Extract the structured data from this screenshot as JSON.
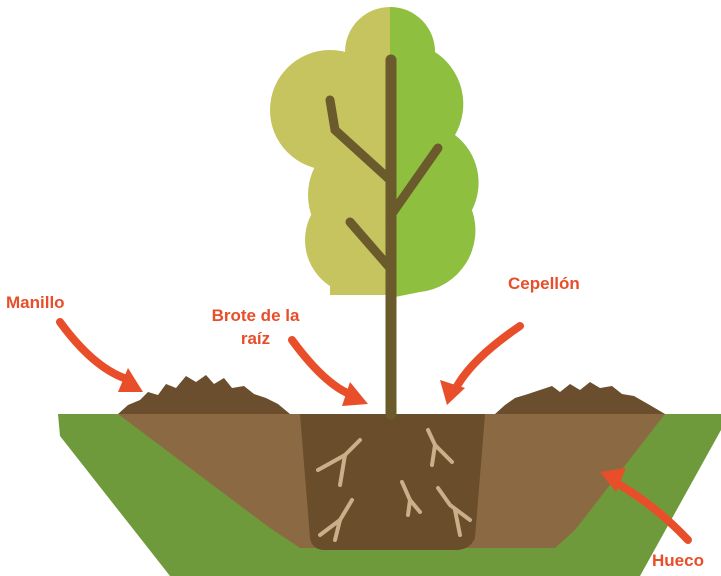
{
  "labels": {
    "manillo": "Manillo",
    "brote": "Brote de la\nraíz",
    "brote_line1": "Brote de la",
    "brote_line2": "raíz",
    "cepellon": "Cepellón",
    "hueco": "Hueco"
  },
  "colors": {
    "label": "#e84e2a",
    "arrow": "#e84e2a",
    "grass": "#6f9a3b",
    "grass_dark": "#5f8a33",
    "soil": "#8b6a43",
    "soil_dark": "#6b4e2d",
    "root_ball": "#6a4d2b",
    "trunk": "#6b5a2c",
    "canopy_left": "#c6c45e",
    "canopy_right": "#8fbf3f",
    "roots": "#c9b08a"
  },
  "icons": {
    "tree": "tree-icon",
    "arrow": "curved-arrow-icon"
  }
}
